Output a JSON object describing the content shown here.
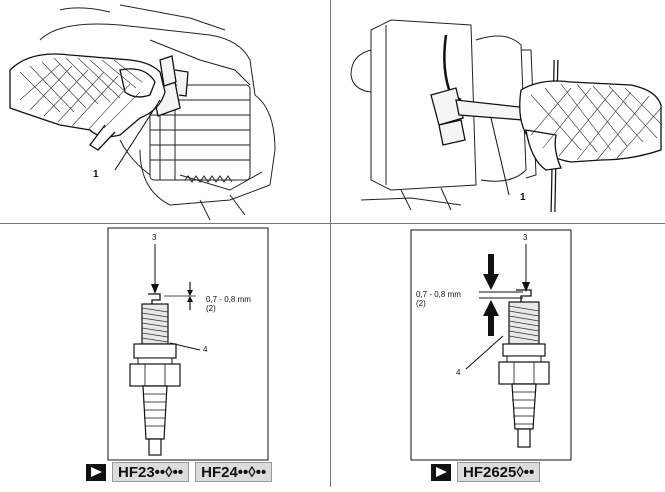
{
  "figure": {
    "panels": {
      "top_left": {
        "callout": "1"
      },
      "top_right": {
        "callout": "1"
      },
      "bottom_left": {
        "callout_top": "3",
        "callout_side": "4",
        "gap_value": "0,7 - 0,8 mm",
        "gap_note": "(2)",
        "models": [
          "HF23••◊••",
          "HF24••◊••"
        ]
      },
      "bottom_right": {
        "callout_top": "3",
        "callout_side": "4",
        "gap_value": "0,7 - 0,8 mm",
        "gap_note": "(2)",
        "models": [
          "HF2625◊••"
        ]
      }
    }
  }
}
